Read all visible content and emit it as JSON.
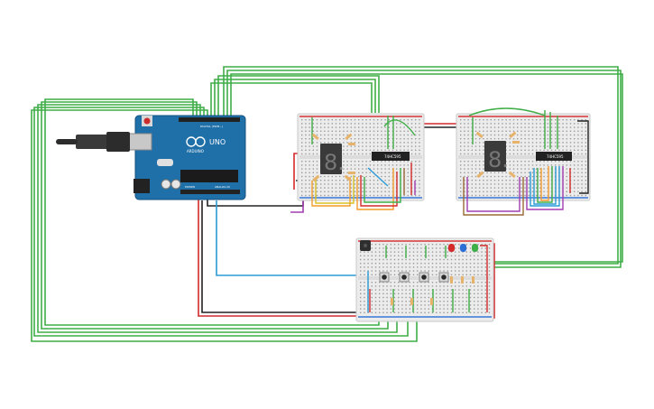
{
  "arduino": {
    "model_label": "UNO",
    "brand_label": "ARDUINO",
    "digital_label": "DIGITAL (PWM~)",
    "power_label": "POWER",
    "analog_label": "ANALOG IN"
  },
  "chips": {
    "left_label": "74HC595",
    "right_label": "74HC595"
  },
  "display_left_digit": "8.",
  "display_right_digit": "8.",
  "colors": {
    "board": "#1f6fa8",
    "breadboard": "#ececec",
    "wire_green": "#3fae47",
    "wire_red": "#d42a2a",
    "wire_black": "#222222",
    "wire_blue": "#2b9bd6",
    "wire_orange": "#f39c2a",
    "wire_purple": "#a23db0",
    "wire_brown": "#9a6a3a",
    "wire_yellow": "#d8c023"
  },
  "leds": [
    "red",
    "blue",
    "green"
  ],
  "buttons_count": 4
}
